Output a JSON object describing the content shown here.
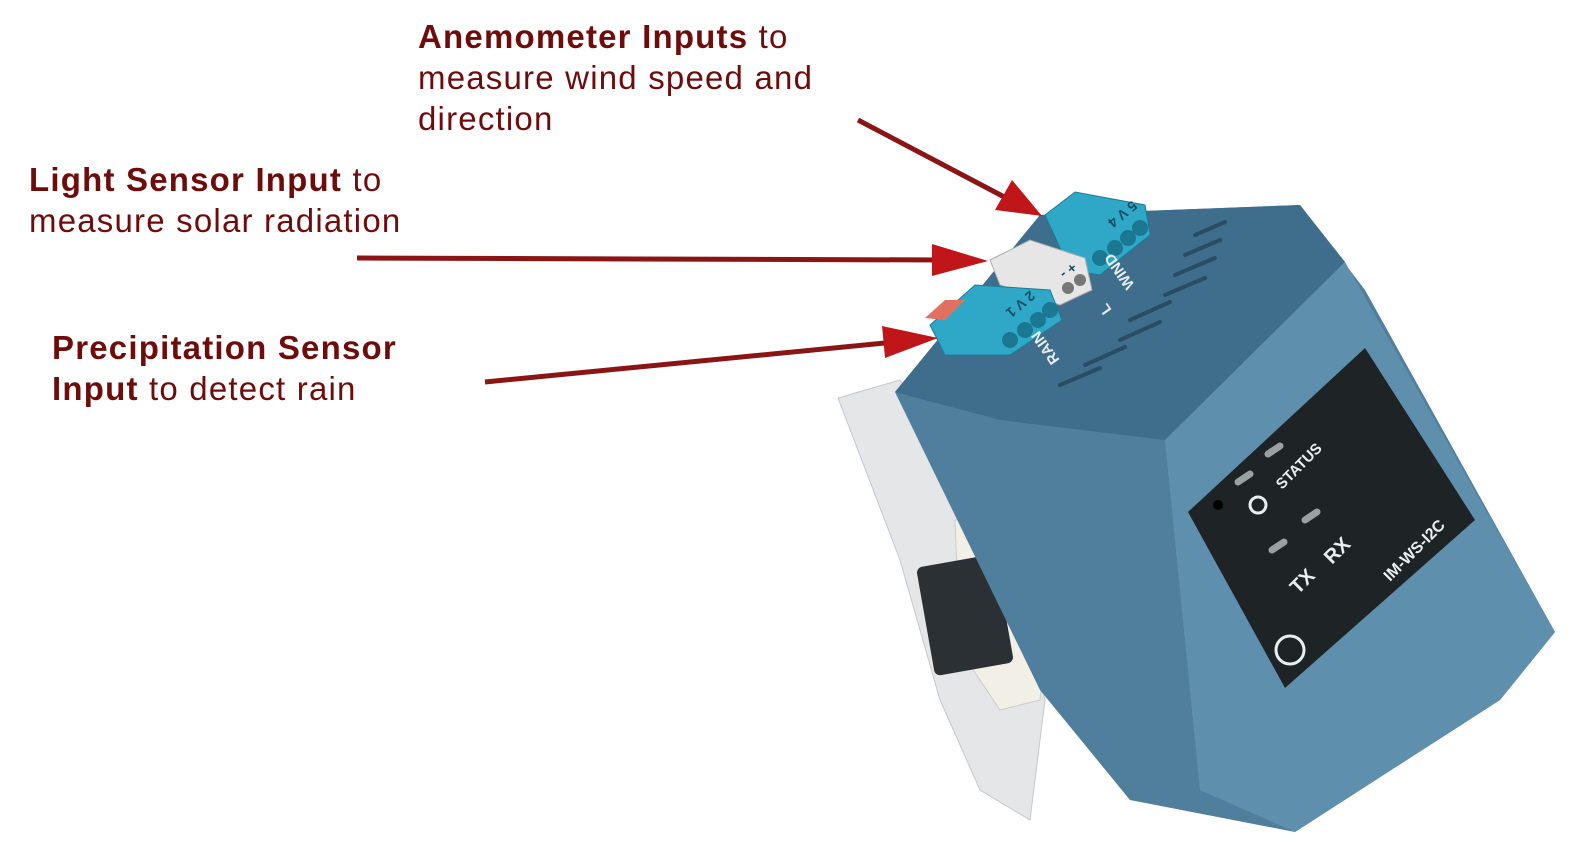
{
  "annotations": {
    "anemometer": {
      "bold": "Anemometer Inputs",
      "rest1": " to",
      "line2": "measure wind speed and",
      "line3": "direction"
    },
    "light": {
      "bold": "Light Sensor Input",
      "rest1": " to",
      "line2": "measure solar radiation"
    },
    "precipitation": {
      "bold1": "Precipitation Sensor",
      "bold2": "Input",
      "rest2": " to detect rain"
    }
  },
  "device": {
    "labels": {
      "wind": "WIND",
      "light": "L",
      "rain": "RAIN",
      "status": "STATUS",
      "tx": "TX",
      "rx": "RX",
      "model": "IM-WS-I2C"
    },
    "terminal_marks": {
      "wind": "5 V 4",
      "rain": "2 V 1",
      "light": "+ -"
    }
  },
  "colors": {
    "caption": "#6e0c0c",
    "arrow": "#8b1414",
    "arrowhead": "#c0161a",
    "body": "#4f7f9c",
    "terminal": "#2fa8c8",
    "panel": "#1e2326"
  }
}
